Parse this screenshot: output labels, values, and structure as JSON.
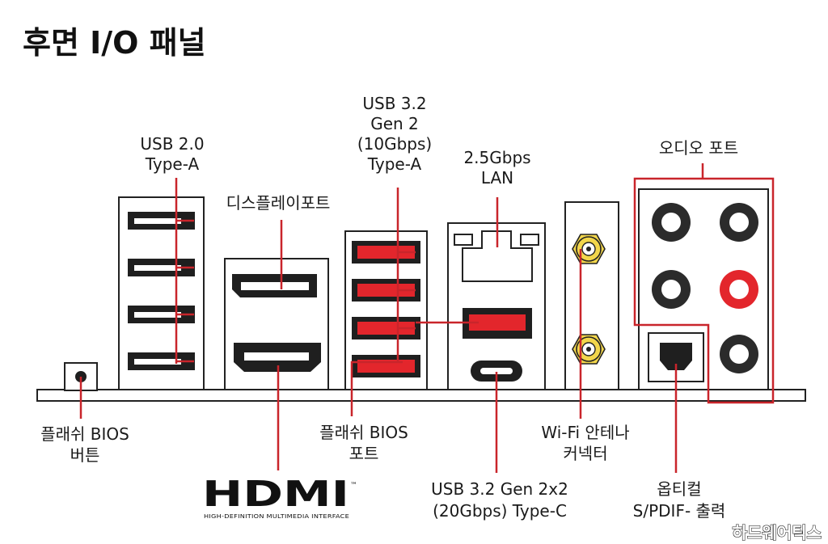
{
  "title": "후면 I/O 패널",
  "labels": {
    "usb20": [
      "USB 2.0",
      "Type-A"
    ],
    "display": "디스플레이포트",
    "usb32g2": [
      "USB 3.2",
      "Gen 2",
      "(10Gbps)",
      "Type-A"
    ],
    "lan": [
      "2.5Gbps",
      "LAN"
    ],
    "audio": "오디오 포트",
    "flash_button": [
      "플래쉬 BIOS",
      "버튼"
    ],
    "flash_port": [
      "플래쉬 BIOS",
      "포트"
    ],
    "usbc": [
      "USB 3.2 Gen 2x2",
      "(20Gbps) Type-C"
    ],
    "wifi": [
      "Wi-Fi 안테나",
      "커넥터"
    ],
    "optical": [
      "옵티컬",
      "S/PDIF- 출력"
    ]
  },
  "hdmi_logo": {
    "word": "HDMI",
    "tm": "™",
    "tagline": "HIGH-DEFINITION MULTIMEDIA INTERFACE"
  },
  "watermark": "하드웨어틱스",
  "colors": {
    "accent": "#c9252b",
    "usb_blue_replaced_red": "#e3262c",
    "port_black": "#1f1f1f"
  }
}
